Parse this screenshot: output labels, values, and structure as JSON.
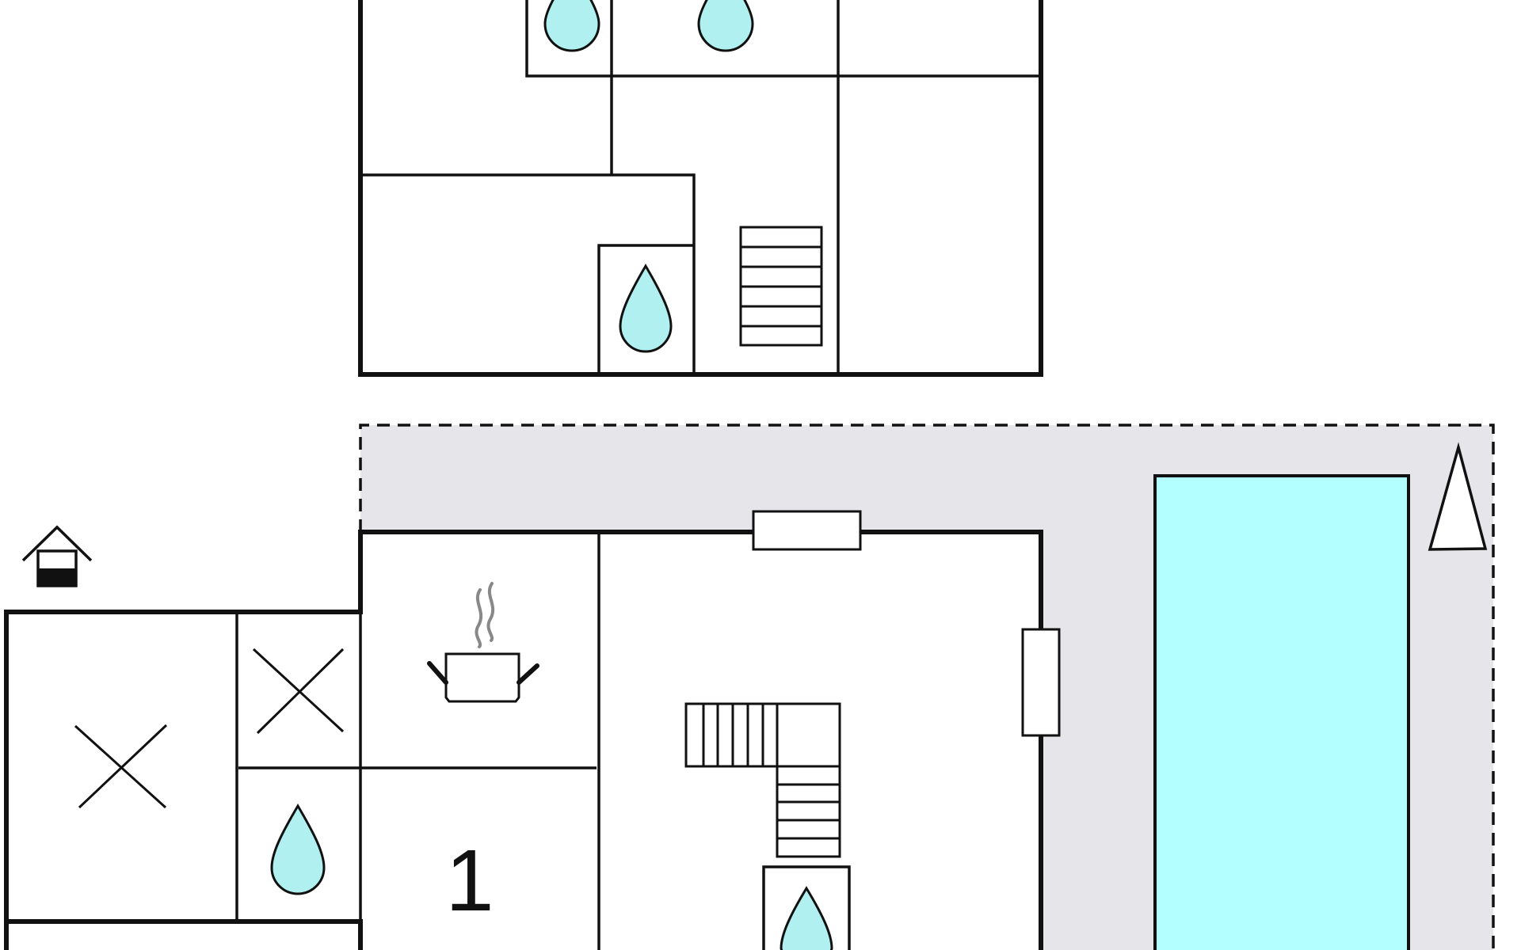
{
  "plan": {
    "colors": {
      "wall": "#111111",
      "water": "#b0f0f0",
      "pool": "#b3ffff",
      "terrace": "#e6e6ea",
      "background": "#ffffff"
    },
    "icons": {
      "bathroom": "water-drop-icon",
      "kitchen": "cooking-pot-icon",
      "bedroom": "bed-cross-icon",
      "stairs": "stairs-icon",
      "barbecue": "barbecue-grill-icon",
      "parasol": "parasol-icon",
      "pool": "swimming-pool"
    },
    "floors": [
      {
        "name": "upper-floor"
      },
      {
        "name": "ground-floor",
        "rooms": [
          {
            "label": "1"
          }
        ]
      }
    ]
  }
}
